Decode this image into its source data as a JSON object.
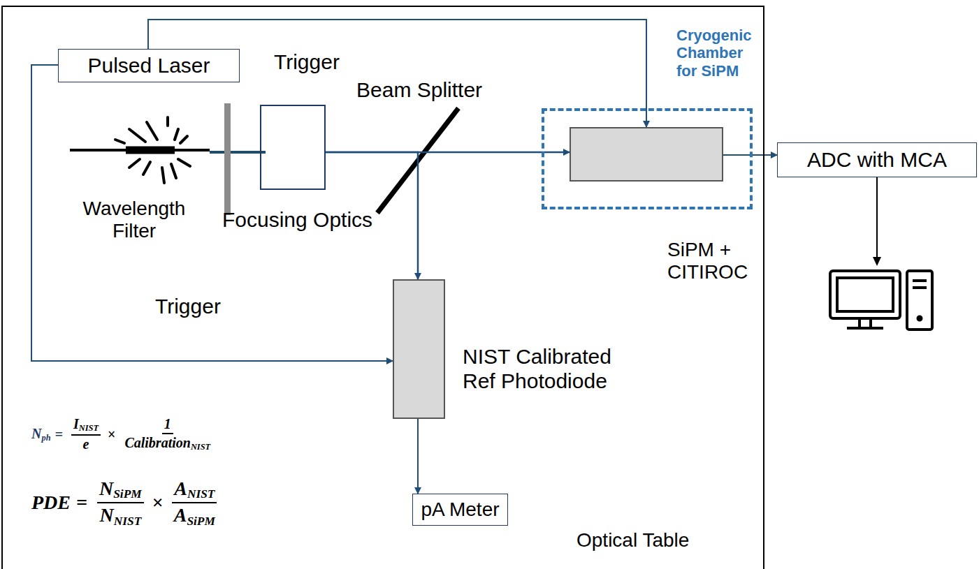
{
  "diagram": {
    "nodes": [
      {
        "text": [
          "Optical Table"
        ]
      },
      {
        "text": [
          "Pulsed Laser"
        ],
        "in": 0
      },
      {
        "text": [
          "Focusing Optics"
        ],
        "in": 0
      },
      {
        "text": [
          "Cryogenic Chamber for SiPM"
        ],
        "in": 0
      },
      {
        "text": [
          "SiPM + CITIROC"
        ],
        "in": 3
      },
      {
        "text": [
          "NIST Calibrated Ref Photodiode"
        ],
        "in": 0
      },
      {
        "text": [
          "pA Meter"
        ],
        "in": 0
      },
      {
        "text": [
          "ADC with MCA"
        ]
      }
    ],
    "edges": [
      {
        "from": 1,
        "to": 4,
        "arrow": "to",
        "label": "Trigger"
      },
      {
        "from": 1,
        "to": 5,
        "arrow": "to",
        "label": "Trigger"
      },
      {
        "from": 2,
        "to": 4,
        "arrow": "to"
      },
      {
        "from": 2,
        "to": 5,
        "arrow": "to"
      },
      {
        "from": 5,
        "to": 6,
        "arrow": "to"
      },
      {
        "from": 4,
        "to": 7,
        "arrow": "to"
      }
    ],
    "labels": [
      "Beam Splitter",
      "Wavelength Filter",
      "N",
      "ph",
      "=",
      "I",
      "NIST",
      "e",
      "×",
      "1",
      "Calibration",
      "NIST",
      "PDE",
      "=",
      "N",
      "SiPM",
      "N",
      "NIST",
      "×",
      "A",
      "NIST",
      "A",
      "SiPM"
    ]
  }
}
